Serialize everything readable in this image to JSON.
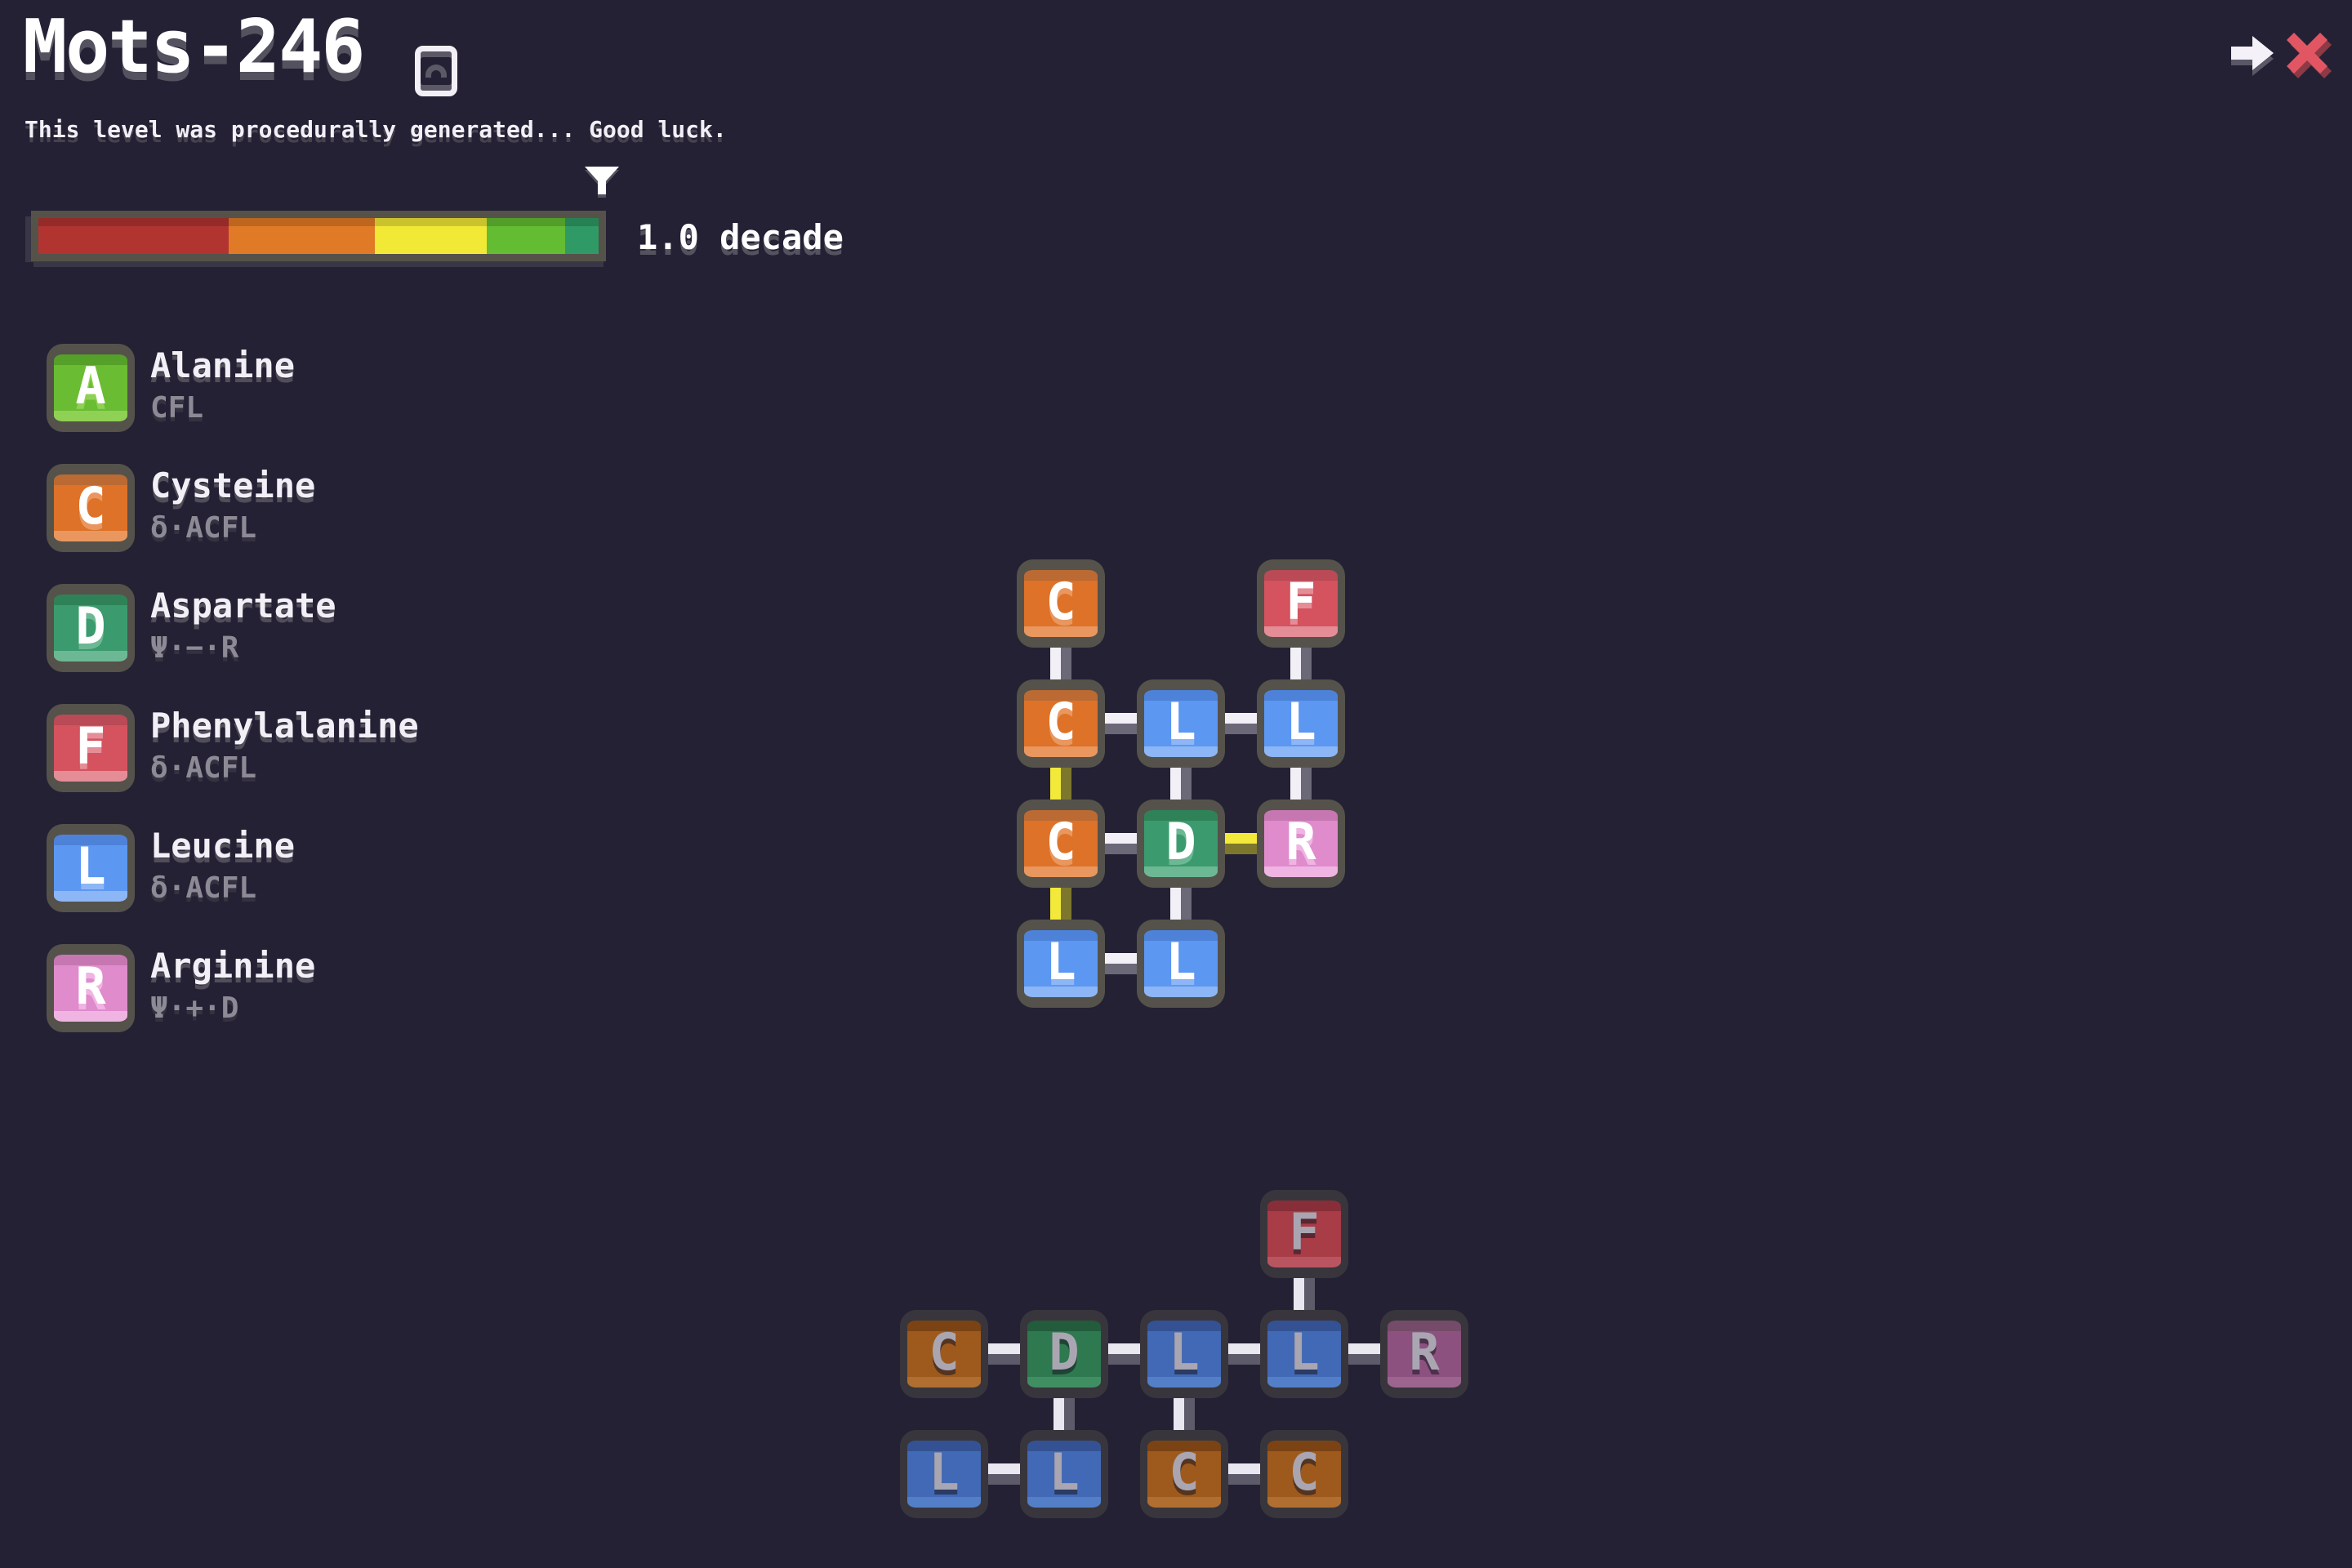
{
  "window": {
    "title": "Mots-246",
    "subtitle": "This level was procedurally generated... Good luck."
  },
  "icons": {
    "badge": "level-badge-icon",
    "next": "arrow-right-icon",
    "close": "x-icon"
  },
  "gauge": {
    "label": "1.0 decade",
    "marker_pct": 97,
    "frame_color": "#55524a",
    "segments": [
      {
        "color": "#b23431",
        "pct": 34
      },
      {
        "color": "#e07a27",
        "pct": 26
      },
      {
        "color": "#f2e936",
        "pct": 20
      },
      {
        "color": "#64bc33",
        "pct": 14
      },
      {
        "color": "#2f9a66",
        "pct": 6
      }
    ]
  },
  "legend": [
    {
      "letter": "A",
      "name": "Alanine",
      "affinity": "CFL"
    },
    {
      "letter": "C",
      "name": "Cysteine",
      "affinity": "δ·ACFL"
    },
    {
      "letter": "D",
      "name": "Aspartate",
      "affinity": "Ψ·−·R"
    },
    {
      "letter": "F",
      "name": "Phenylalanine",
      "affinity": "δ·ACFL"
    },
    {
      "letter": "L",
      "name": "Leucine",
      "affinity": "δ·ACFL"
    },
    {
      "letter": "R",
      "name": "Arginine",
      "affinity": "Ψ·+·D"
    }
  ],
  "palette_bright": {
    "border": "#55524b",
    "letter": "#ffffff",
    "A": {
      "fill": "#6abc33",
      "dark": "#55a028",
      "light": "#8ed155"
    },
    "C": {
      "fill": "#dd7228",
      "dark": "#bb6a33",
      "light": "#e9975f"
    },
    "D": {
      "fill": "#3b9b6e",
      "dark": "#2f8257",
      "light": "#6db894"
    },
    "F": {
      "fill": "#d5525f",
      "dark": "#b94a56",
      "light": "#e58d96"
    },
    "L": {
      "fill": "#5c97f2",
      "dark": "#4d82d8",
      "light": "#8db6f6"
    },
    "R": {
      "fill": "#df8bcc",
      "dark": "#c677b2",
      "light": "#efb4e2"
    }
  },
  "palette_muted": {
    "border": "#38363c",
    "letter": "#a9a6b2",
    "C": {
      "fill": "#9e5a1d",
      "dark": "#7b4314",
      "light": "#b06e31"
    },
    "D": {
      "fill": "#2e7950",
      "dark": "#225c3c",
      "light": "#3f8f63"
    },
    "F": {
      "fill": "#a83c47",
      "dark": "#872e38",
      "light": "#b95561"
    },
    "L": {
      "fill": "#4269b6",
      "dark": "#345293",
      "light": "#537fc9"
    },
    "R": {
      "fill": "#8d5180",
      "dark": "#744b68",
      "light": "#9c6590"
    }
  },
  "bond_colors": {
    "white": {
      "main": "#f2f0f6",
      "shadow": "#6b6878"
    },
    "yellow": {
      "main": "#f2e93a",
      "shadow": "#7d772e"
    },
    "target_white": {
      "main": "#e9e7ef",
      "shadow": "#5d5b69"
    }
  },
  "board_molecule": {
    "tiles": [
      {
        "row": 0,
        "col": 0,
        "letter": "C"
      },
      {
        "row": 0,
        "col": 2,
        "letter": "F"
      },
      {
        "row": 1,
        "col": 0,
        "letter": "C"
      },
      {
        "row": 1,
        "col": 1,
        "letter": "L"
      },
      {
        "row": 1,
        "col": 2,
        "letter": "L"
      },
      {
        "row": 2,
        "col": 0,
        "letter": "C"
      },
      {
        "row": 2,
        "col": 1,
        "letter": "D"
      },
      {
        "row": 2,
        "col": 2,
        "letter": "R"
      },
      {
        "row": 3,
        "col": 0,
        "letter": "L"
      },
      {
        "row": 3,
        "col": 1,
        "letter": "L"
      }
    ],
    "bonds": [
      {
        "a": [
          0,
          0
        ],
        "b": [
          1,
          0
        ],
        "type": "white"
      },
      {
        "a": [
          0,
          2
        ],
        "b": [
          1,
          2
        ],
        "type": "white"
      },
      {
        "a": [
          1,
          0
        ],
        "b": [
          1,
          1
        ],
        "type": "white"
      },
      {
        "a": [
          1,
          1
        ],
        "b": [
          1,
          2
        ],
        "type": "white"
      },
      {
        "a": [
          1,
          0
        ],
        "b": [
          2,
          0
        ],
        "type": "yellow"
      },
      {
        "a": [
          1,
          1
        ],
        "b": [
          2,
          1
        ],
        "type": "white"
      },
      {
        "a": [
          1,
          2
        ],
        "b": [
          2,
          2
        ],
        "type": "white"
      },
      {
        "a": [
          2,
          0
        ],
        "b": [
          2,
          1
        ],
        "type": "white"
      },
      {
        "a": [
          2,
          1
        ],
        "b": [
          2,
          2
        ],
        "type": "yellow"
      },
      {
        "a": [
          2,
          0
        ],
        "b": [
          3,
          0
        ],
        "type": "yellow"
      },
      {
        "a": [
          2,
          1
        ],
        "b": [
          3,
          1
        ],
        "type": "white"
      },
      {
        "a": [
          3,
          0
        ],
        "b": [
          3,
          1
        ],
        "type": "white"
      }
    ]
  },
  "target_molecule": {
    "tiles": [
      {
        "row": 0,
        "col": 3,
        "letter": "F"
      },
      {
        "row": 1,
        "col": 0,
        "letter": "C"
      },
      {
        "row": 1,
        "col": 1,
        "letter": "D"
      },
      {
        "row": 1,
        "col": 2,
        "letter": "L"
      },
      {
        "row": 1,
        "col": 3,
        "letter": "L"
      },
      {
        "row": 1,
        "col": 4,
        "letter": "R"
      },
      {
        "row": 2,
        "col": 0,
        "letter": "L"
      },
      {
        "row": 2,
        "col": 1,
        "letter": "L"
      },
      {
        "row": 2,
        "col": 2,
        "letter": "C"
      },
      {
        "row": 2,
        "col": 3,
        "letter": "C"
      }
    ],
    "bonds": [
      {
        "a": [
          0,
          3
        ],
        "b": [
          1,
          3
        ],
        "type": "white"
      },
      {
        "a": [
          1,
          0
        ],
        "b": [
          1,
          1
        ],
        "type": "white"
      },
      {
        "a": [
          1,
          1
        ],
        "b": [
          1,
          2
        ],
        "type": "white"
      },
      {
        "a": [
          1,
          2
        ],
        "b": [
          1,
          3
        ],
        "type": "white"
      },
      {
        "a": [
          1,
          3
        ],
        "b": [
          1,
          4
        ],
        "type": "white"
      },
      {
        "a": [
          1,
          1
        ],
        "b": [
          2,
          1
        ],
        "type": "white"
      },
      {
        "a": [
          1,
          2
        ],
        "b": [
          2,
          2
        ],
        "type": "white"
      },
      {
        "a": [
          2,
          0
        ],
        "b": [
          2,
          1
        ],
        "type": "white"
      },
      {
        "a": [
          2,
          2
        ],
        "b": [
          2,
          3
        ],
        "type": "white"
      }
    ]
  }
}
